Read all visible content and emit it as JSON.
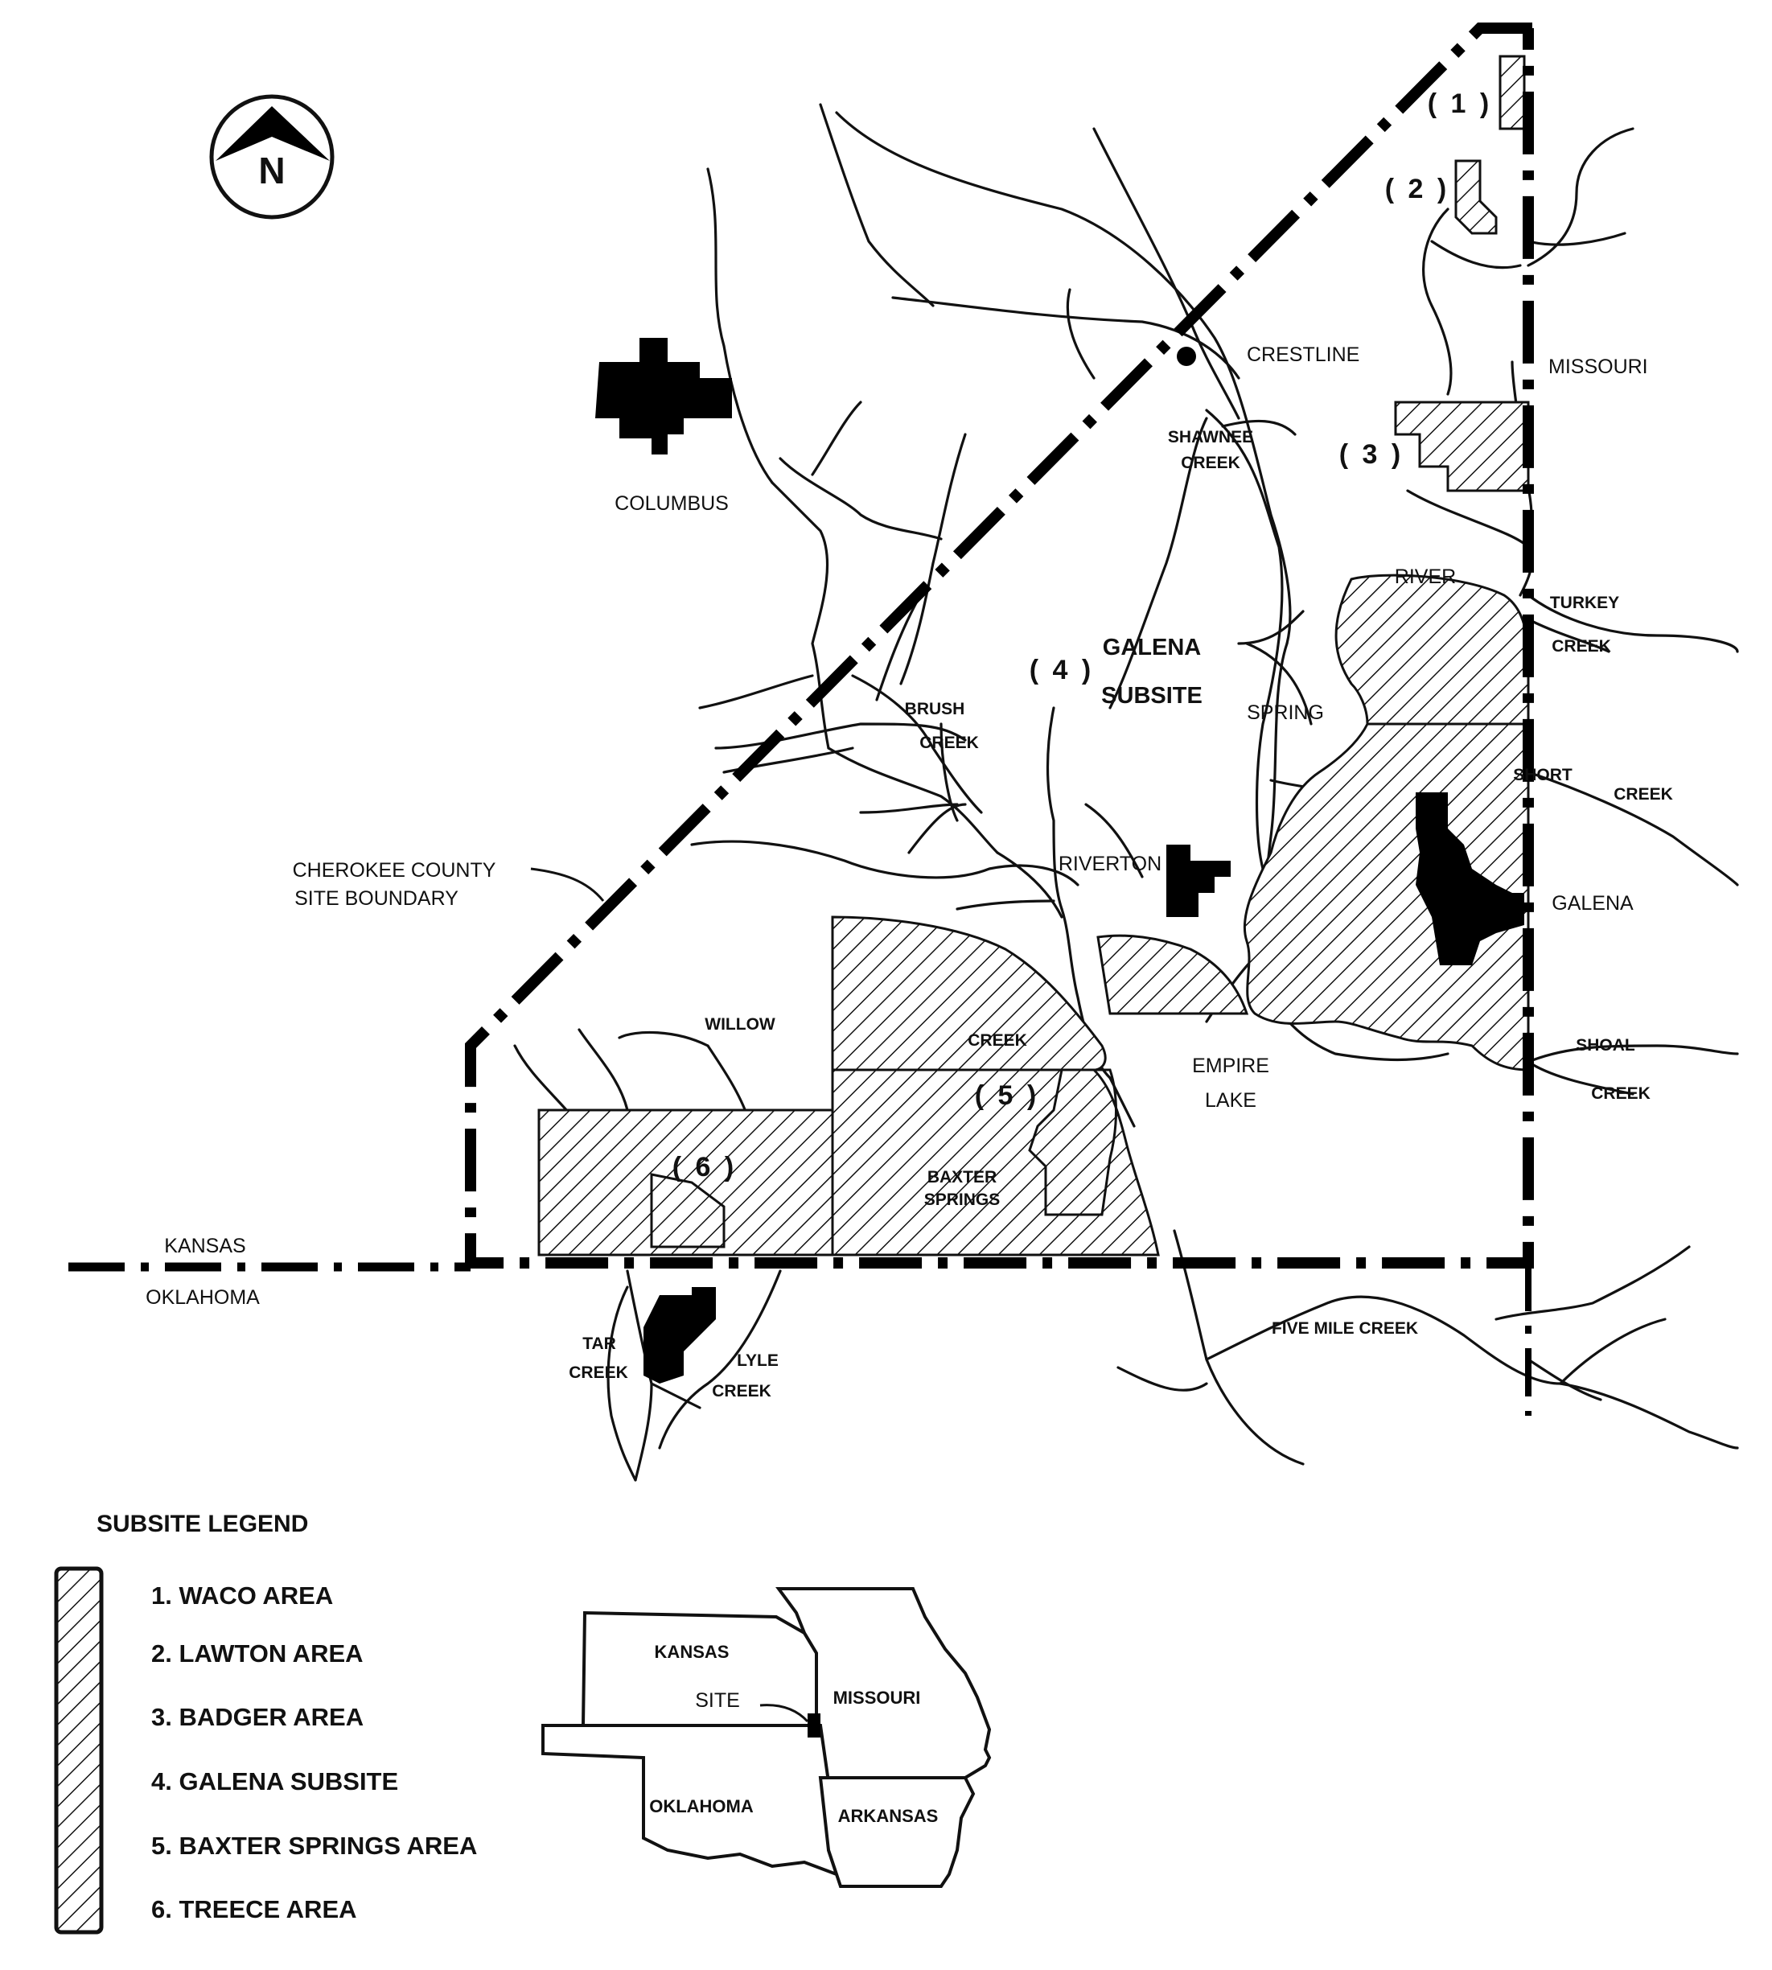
{
  "north_arrow": {
    "letter": "N"
  },
  "labels": {
    "crestline": "CRESTLINE",
    "missouri": "MISSOURI",
    "shawnee": "SHAWNEE",
    "shawnee_creek": "CREEK",
    "columbus": "COLUMBUS",
    "river": "RIVER",
    "turkey": "TURKEY",
    "turkey_creek": "CREEK",
    "galena_subsite_1": "GALENA",
    "galena_subsite_2": "SUBSITE",
    "brush": "BRUSH",
    "brush_creek": "CREEK",
    "spring": "SPRING",
    "short": "SHORT",
    "short_creek": "CREEK",
    "boundary_1": "CHEROKEE COUNTY",
    "boundary_2": "SITE BOUNDARY",
    "riverton": "RIVERTON",
    "galena": "GALENA",
    "willow": "WILLOW",
    "willow_creek": "CREEK",
    "empire_1": "EMPIRE",
    "empire_2": "LAKE",
    "shoal": "SHOAL",
    "shoal_creek": "CREEK",
    "baxter_1": "BAXTER",
    "baxter_2": "SPRINGS",
    "kansas": "KANSAS",
    "oklahoma": "OKLAHOMA",
    "five_mile": "FIVE MILE CREEK",
    "tar": "TAR",
    "tar_creek": "CREEK",
    "lyle": "LYLE",
    "lyle_creek": "CREEK"
  },
  "subsite_numbers": [
    "( 1 )",
    "( 2 )",
    "( 3 )",
    "( 4 )",
    "( 5 )",
    "( 6 )"
  ],
  "legend": {
    "title": "SUBSITE LEGEND",
    "items": [
      "1.  WACO AREA",
      "2.  LAWTON AREA",
      "3.  BADGER AREA",
      "4.  GALENA SUBSITE",
      "5.  BAXTER SPRINGS AREA",
      "6.  TREECE AREA"
    ]
  },
  "inset": {
    "kansas": "KANSAS",
    "missouri": "MISSOURI",
    "site": "SITE",
    "oklahoma": "OKLAHOMA",
    "arkansas": "ARKANSAS"
  }
}
